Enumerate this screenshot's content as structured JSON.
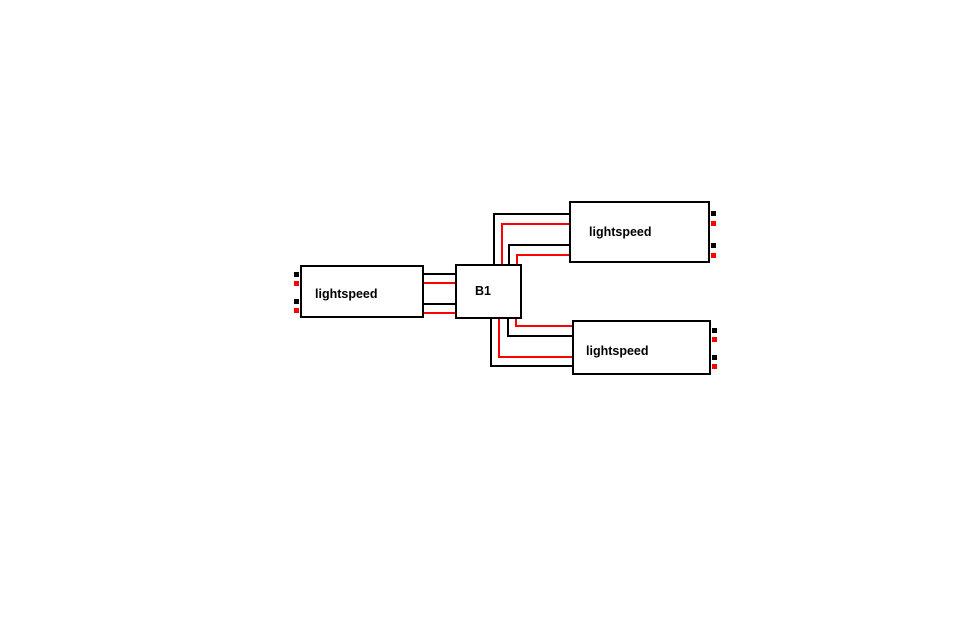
{
  "diagram": {
    "colors": {
      "background": "#ffffff",
      "outline": "#000000",
      "wire_black": "#000000",
      "wire_red": "#ff0000",
      "terminal_black": "#000000",
      "terminal_red": "#ff0000"
    },
    "nodes": {
      "left": {
        "label": "lightspeed"
      },
      "hub": {
        "label": "B1"
      },
      "top_right": {
        "label": "lightspeed"
      },
      "bottom_right": {
        "label": "lightspeed"
      }
    },
    "edges": [
      {
        "from": "left",
        "to": "hub",
        "wires": [
          "black",
          "red",
          "black",
          "red"
        ]
      },
      {
        "from": "hub",
        "to": "top_right",
        "wires": [
          "black",
          "red",
          "black",
          "red"
        ]
      },
      {
        "from": "hub",
        "to": "bottom_right",
        "wires": [
          "red",
          "black",
          "red",
          "black"
        ]
      }
    ],
    "terminals": {
      "left": [
        "black",
        "red",
        "black",
        "red"
      ],
      "top_right": [
        "black",
        "red",
        "black",
        "red"
      ],
      "bottom_right": [
        "black",
        "red",
        "black",
        "red"
      ]
    }
  }
}
